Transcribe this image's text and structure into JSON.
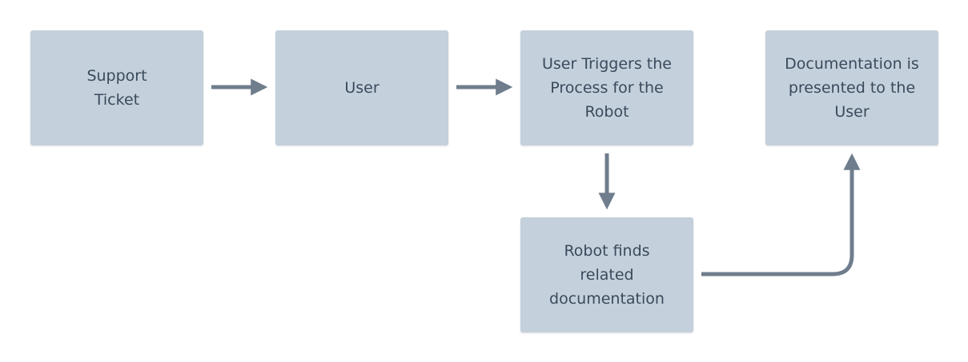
{
  "diagram": {
    "nodes": [
      {
        "id": "support",
        "label": "Support\nTicket"
      },
      {
        "id": "user",
        "label": "User"
      },
      {
        "id": "trigger",
        "label": "User Triggers the\nProcess for the\nRobot"
      },
      {
        "id": "docs",
        "label": "Documentation is\npresented to the\nUser"
      },
      {
        "id": "robot",
        "label": "Robot finds\nrelated\ndocumentation"
      }
    ],
    "edges": [
      {
        "from": "support",
        "to": "user"
      },
      {
        "from": "user",
        "to": "trigger"
      },
      {
        "from": "trigger",
        "to": "robot"
      },
      {
        "from": "robot",
        "to": "docs"
      }
    ]
  },
  "colors": {
    "node_fill": "#c4d0db",
    "node_text": "#3a4a5c",
    "connector": "#6f7d8c"
  }
}
